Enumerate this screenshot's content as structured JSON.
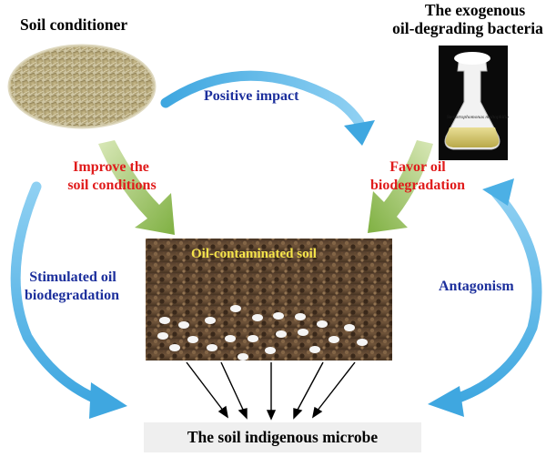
{
  "labels": {
    "soil_conditioner": "Soil conditioner",
    "bacteria_line1": "The exogenous",
    "bacteria_line2": "oil-degrading bacteria",
    "positive_impact": "Positive impact",
    "improve_line1": "Improve the",
    "improve_line2": "soil conditions",
    "favor_line1": "Favor oil",
    "favor_line2": "biodegradation",
    "stimulated_line1": "Stimulated oil",
    "stimulated_line2": "biodegradation",
    "antagonism": "Antagonism",
    "oil_soil": "Oil-contaminated soil",
    "indigenous": "The soil indigenous microbe",
    "flask_label": "Stenotrophomonas maltophilia"
  },
  "colors": {
    "red_text": "#e01b1b",
    "blue_text": "#1c2f9c",
    "blue_arrow": "#5bb8e8",
    "green_arrow": "#8dbb4e",
    "soil_title": "#f5e44a"
  }
}
